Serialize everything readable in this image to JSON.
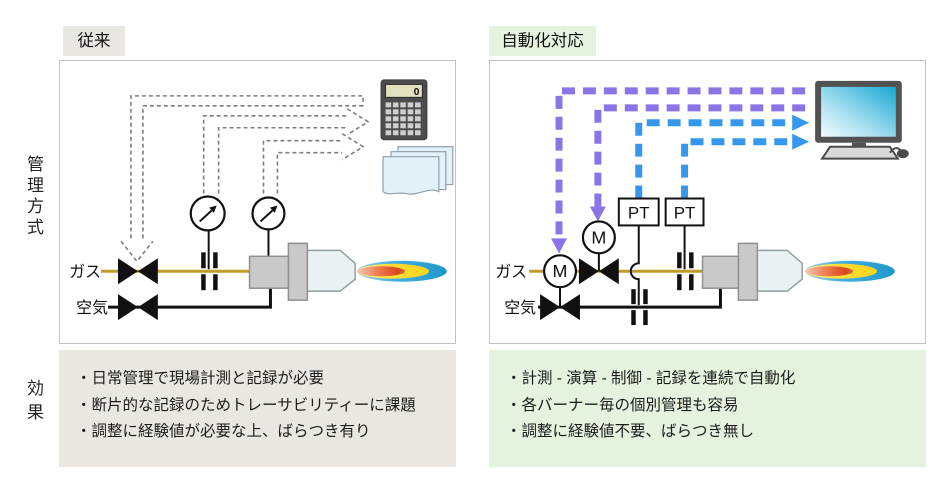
{
  "side_labels": {
    "management": "管理方式",
    "effect": "効果"
  },
  "panels": {
    "left": {
      "tag": "従来",
      "bullets": [
        "・日常管理で現場計測と記録が必要",
        "・断片的な記録のためトレーサビリティーに課題",
        "・調整に経験値が必要な上、ばらつき有り"
      ]
    },
    "right": {
      "tag": "自動化対応",
      "bullets": [
        "・計測 - 演算 - 制御 - 記録を連続で自動化",
        "・各バーナー毎の個別管理も容易",
        "・調整に経験値不要、ばらつき無し"
      ]
    }
  },
  "diagram": {
    "gas_label": "ガス",
    "air_label": "空気",
    "pt_label": "PT",
    "motor_label": "M",
    "calc_display": "0"
  },
  "colors": {
    "purple": "#8a74e6",
    "blue": "#3598ec",
    "gas_line": "#c19b2a",
    "pipe": "#111111",
    "dashed_gray": "#7d7d7d",
    "conventional_bg": "#eae7e3",
    "automated_bg": "#e4f2de",
    "flame_blue": "#1e97cf",
    "flame_yellow": "#ffd41e",
    "flame_red": "#d8481c",
    "monitor_screen": "#17a8d4"
  }
}
